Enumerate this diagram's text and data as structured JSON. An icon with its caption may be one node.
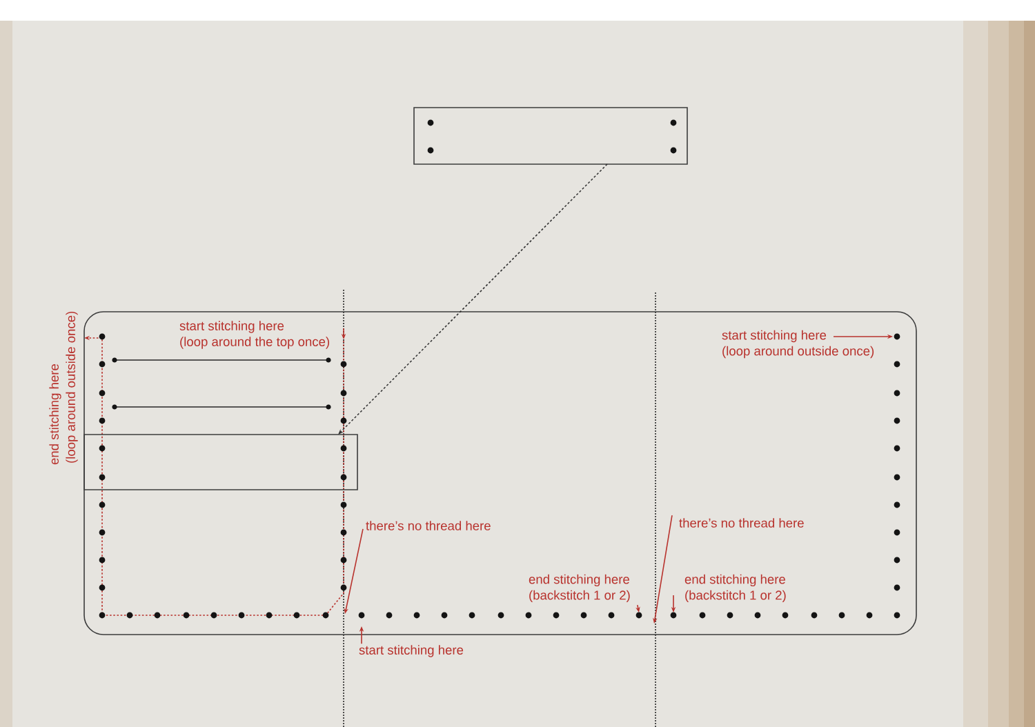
{
  "diagram": {
    "nodes": [
      {
        "text": [],
        "shape": "box"
      },
      {
        "text": [],
        "shape": "box"
      },
      {
        "text": [
          "start stitching here",
          "(loop around outside once)"
        ],
        "in": 1
      },
      {
        "text": [],
        "shape": "box",
        "in": 1
      },
      {
        "text": [
          "there’s no thread here"
        ],
        "in": 1
      },
      {
        "text": [
          "there’s no thread here"
        ],
        "in": 1
      },
      {
        "text": [
          "end stitching here",
          "(backstitch 1 or 2)"
        ],
        "in": 1
      },
      {
        "text": [
          "end stitching here",
          "(backstitch 1 or 2)"
        ],
        "in": 1
      },
      {
        "text": [
          "start stitching here"
        ]
      }
    ],
    "edges": [
      {
        "from": 0,
        "to": 3,
        "arrow": "to",
        "style": "dashed",
        "color": "#333333"
      },
      {
        "from": 2,
        "to": null,
        "arrow": "to"
      },
      {
        "from": 4,
        "to": null,
        "arrow": "to"
      },
      {
        "from": 5,
        "to": null,
        "arrow": "to"
      },
      {
        "from": 6,
        "to": null,
        "arrow": "to"
      },
      {
        "from": 7,
        "to": null,
        "arrow": "to"
      },
      {
        "from": 8,
        "to": null,
        "arrow": "to"
      }
    ],
    "labels": [
      "start stitching here",
      "(loop around the top once)",
      "end stitching here",
      "(loop around outside once)"
    ]
  }
}
